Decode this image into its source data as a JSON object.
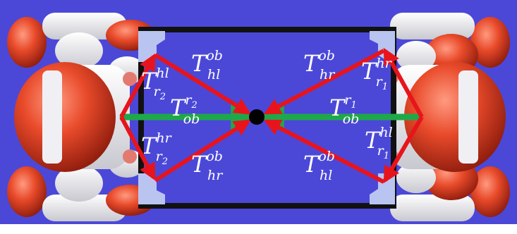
{
  "colors": {
    "background": "#4b48d8",
    "frame": "#111111",
    "arrow_red": "#e8141c",
    "arrow_green": "#1fa84a",
    "object_dot": "#000000",
    "label_text": "#ffffff"
  },
  "labels": {
    "t_hl_ob": {
      "main": "T",
      "sup": "ob",
      "sub": "hl"
    },
    "t_hr_ob": {
      "main": "T",
      "sup": "ob",
      "sub": "hr"
    },
    "t_r2_hl": {
      "main": "T",
      "sup": "hl",
      "sub": "r",
      "subsub": "2"
    },
    "t_r2_hr": {
      "main": "T",
      "sup": "hr",
      "sub": "r",
      "subsub": "2"
    },
    "t_ob_r2": {
      "main": "T",
      "sup": "r",
      "supsub": "2",
      "sub": "ob"
    },
    "t_ob_r1": {
      "main": "T",
      "sup": "r",
      "supsub": "1",
      "sub": "ob"
    },
    "t_hr_ob_right": {
      "main": "T",
      "sup": "ob",
      "sub": "hr"
    },
    "t_hl_ob_right": {
      "main": "T",
      "sup": "ob",
      "sub": "hl"
    },
    "t_r1_hr": {
      "main": "T",
      "sup": "hr",
      "sub": "r",
      "subsub": "1"
    },
    "t_r1_hl": {
      "main": "T",
      "sup": "hl",
      "sub": "r",
      "subsub": "1"
    }
  },
  "icons": [
    "robot-left-icon",
    "robot-right-icon",
    "object-dot-icon"
  ]
}
